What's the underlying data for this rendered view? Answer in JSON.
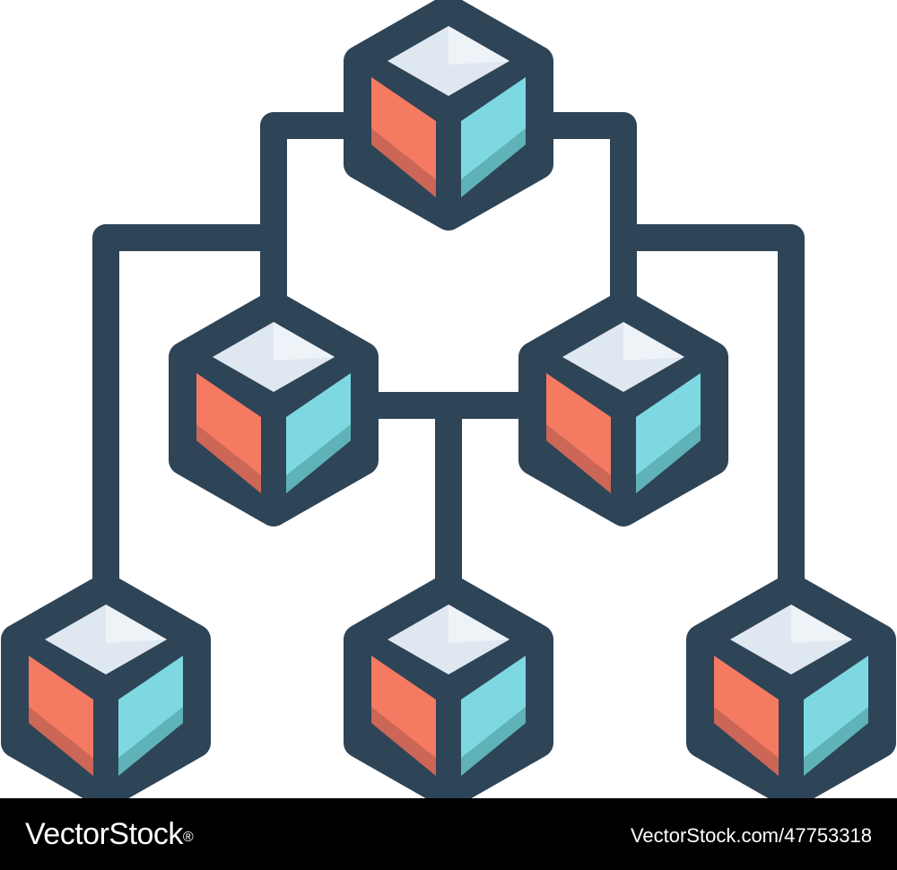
{
  "diagram": {
    "icon": "hierarchy-network-cubes-icon",
    "node_count": 6,
    "colors": {
      "outline": "#2e4457",
      "top_face": "#dfe8f1",
      "top_face_light": "#eef3f8",
      "left_face": "#f47a62",
      "left_face_shade": "#cc6656",
      "right_face": "#7dd8e2",
      "right_face_shade": "#5fb2b7"
    }
  },
  "footer": {
    "brand": "VectorStock",
    "brand_mark": "®",
    "reference": "VectorStock.com/47753318",
    "background": "#000000",
    "text_color": "#ffffff"
  }
}
